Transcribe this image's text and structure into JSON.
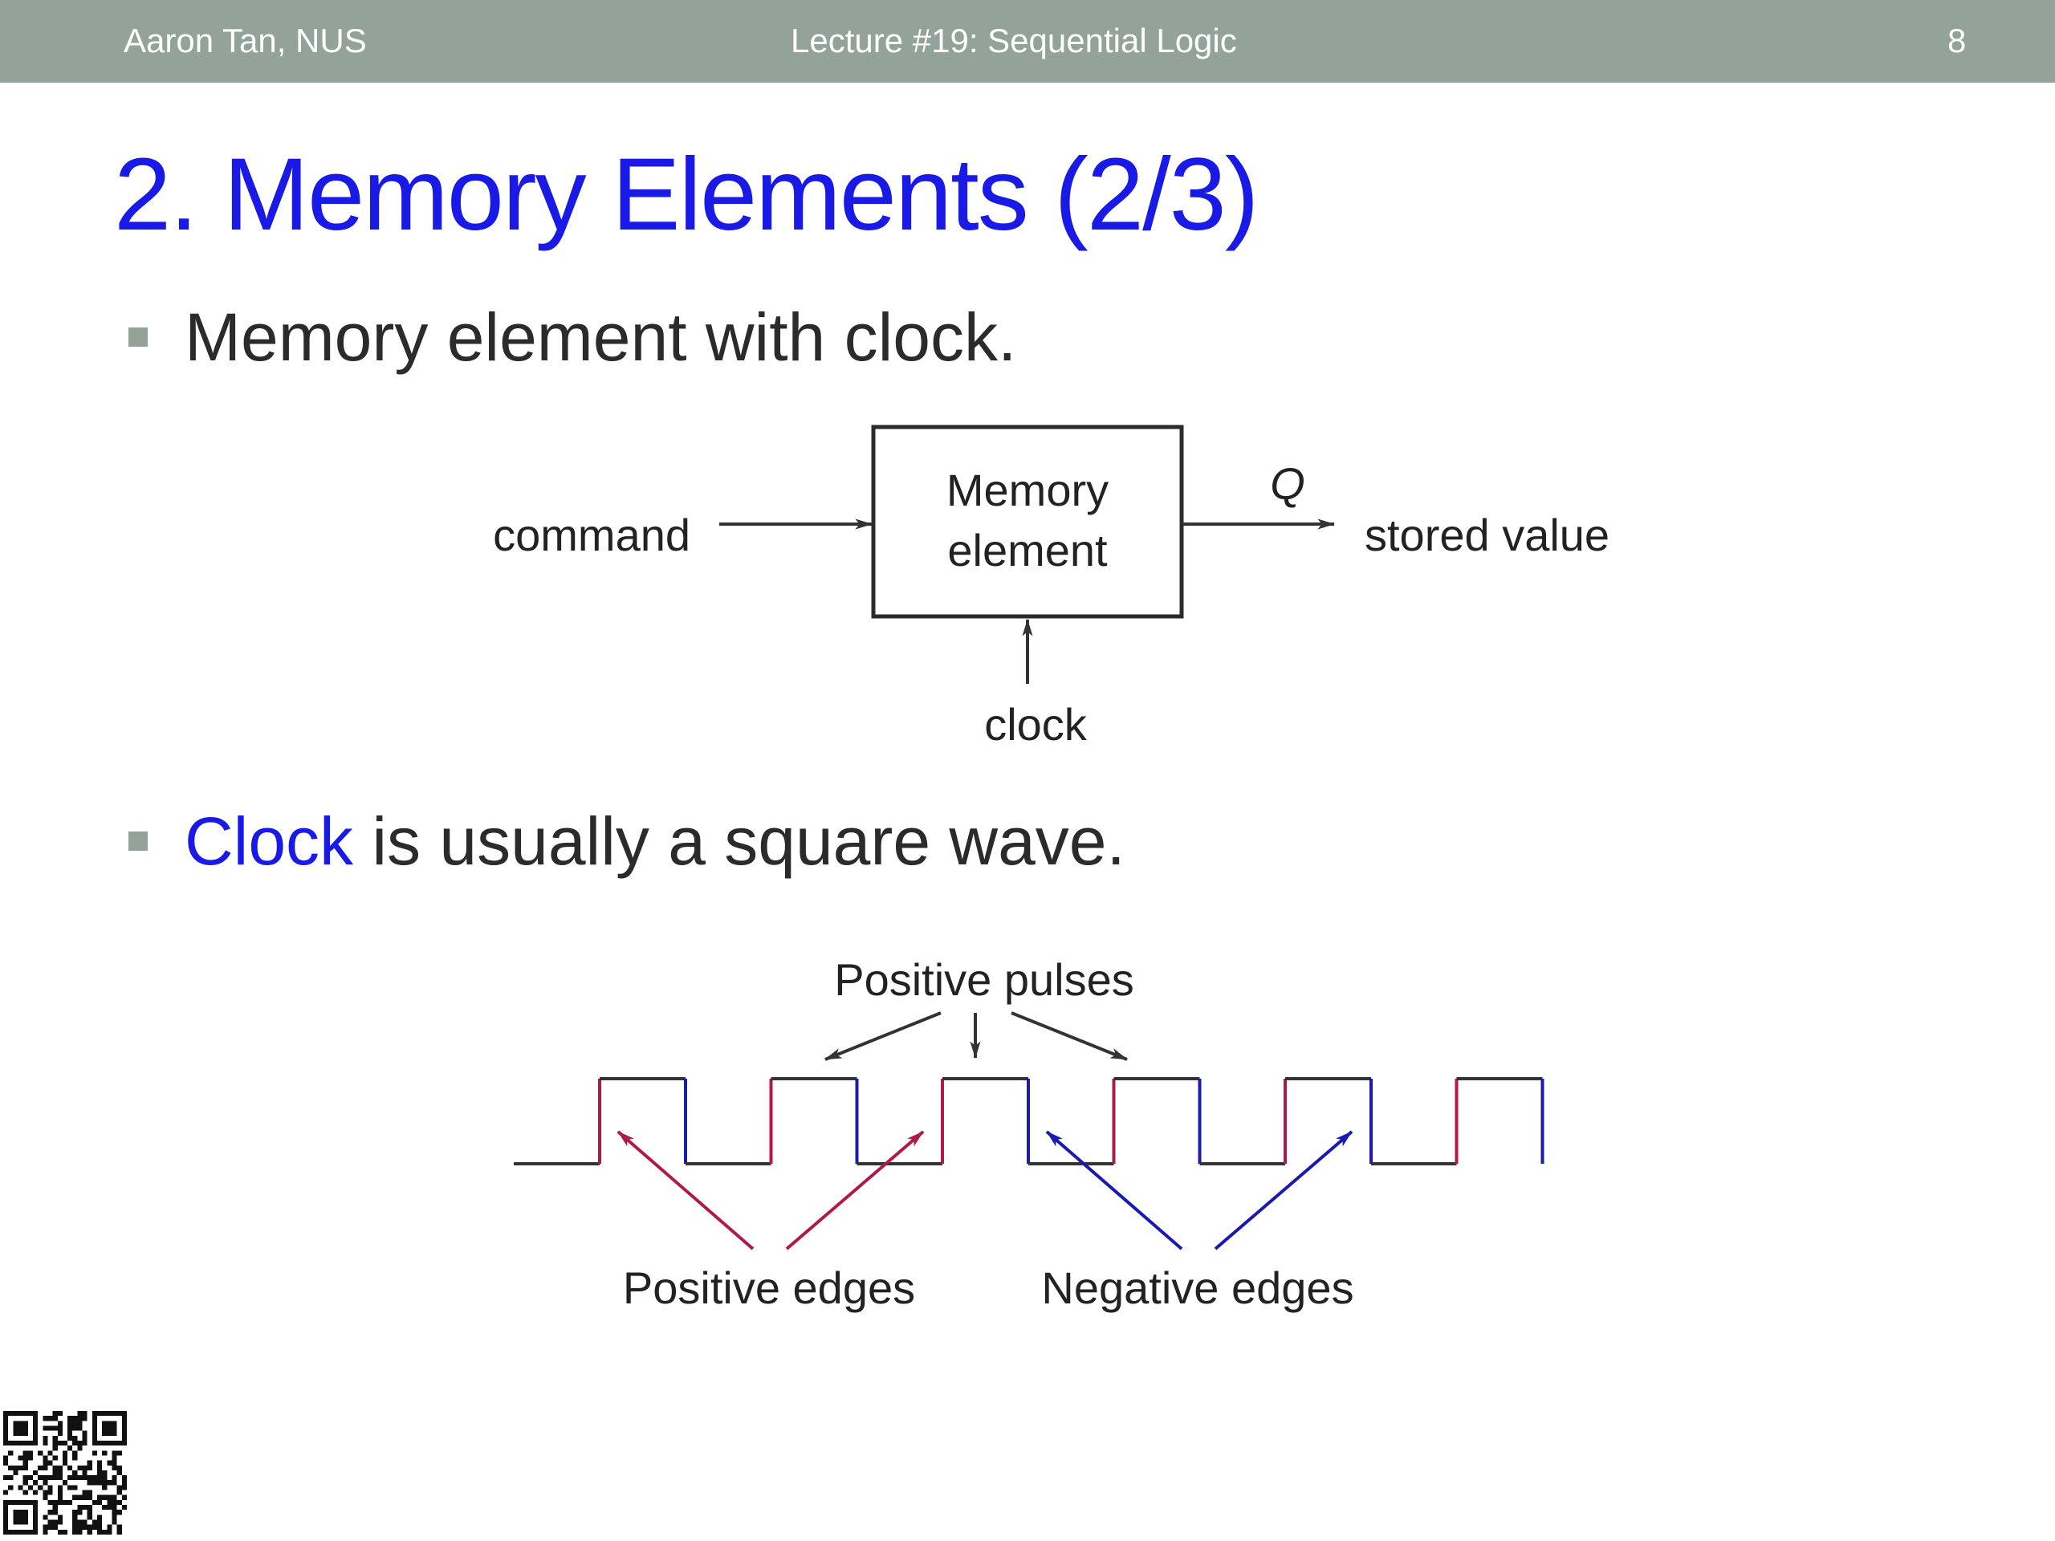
{
  "header": {
    "author": "Aaron Tan, NUS",
    "lecture": "Lecture #19: Sequential Logic",
    "page_number": "8"
  },
  "title": "2. Memory Elements (2/3)",
  "bullets": [
    {
      "text": "Memory element with clock."
    },
    {
      "accent": "Clock",
      "text": " is usually a square wave."
    }
  ],
  "memory_diagram": {
    "box_line1": "Memory",
    "box_line2": "element",
    "input_label": "command",
    "output_symbol": "Q",
    "output_label": "stored value",
    "clock_label": "clock"
  },
  "clock_diagram": {
    "pulses_label": "Positive pulses",
    "positive_edges_label": "Positive edges",
    "negative_edges_label": "Negative edges",
    "pulse_count": 6,
    "colors": {
      "positive_edge": "#b01a4a",
      "negative_edge": "#1a1ab0",
      "line": "#333333"
    }
  },
  "colors": {
    "header_bg": "#93a39a",
    "title": "#1a1ae6",
    "accent": "#1a1ae6"
  },
  "icons": {
    "footer": "qr-code-icon"
  }
}
